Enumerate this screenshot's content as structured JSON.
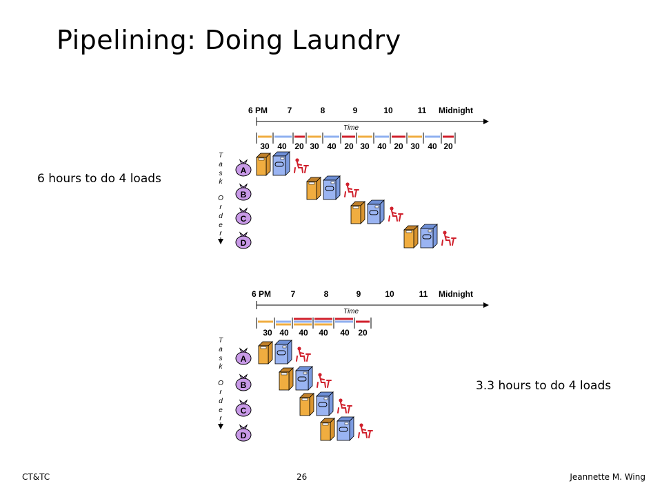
{
  "slide": {
    "title": "Pipelining: Doing Laundry",
    "note_sequential": "6 hours to do 4 loads",
    "note_pipelined": "3.3 hours to do 4 loads",
    "footer_left": "CT&TC",
    "footer_center": "26",
    "footer_right": "Jeannette M. Wing"
  },
  "timeline_labels": {
    "hours": [
      "6 PM",
      "7",
      "8",
      "9",
      "10",
      "11",
      "Midnight"
    ],
    "time_caption": "Time",
    "task_order_caption": "Task Order"
  },
  "sequential": {
    "durations": [
      "30",
      "40",
      "20",
      "30",
      "40",
      "20",
      "30",
      "40",
      "20",
      "30",
      "40",
      "20"
    ]
  },
  "pipelined": {
    "durations": [
      "30",
      "40",
      "40",
      "40",
      "40",
      "20"
    ]
  },
  "tasks": [
    "A",
    "B",
    "C",
    "D"
  ],
  "colors": {
    "wash": "#f0ad40",
    "dry": "#8fb0f0",
    "fold": "#d0202c",
    "bag": "#c99ae8",
    "washer": "#f0ad40",
    "dryer": "#9ab4f2"
  }
}
